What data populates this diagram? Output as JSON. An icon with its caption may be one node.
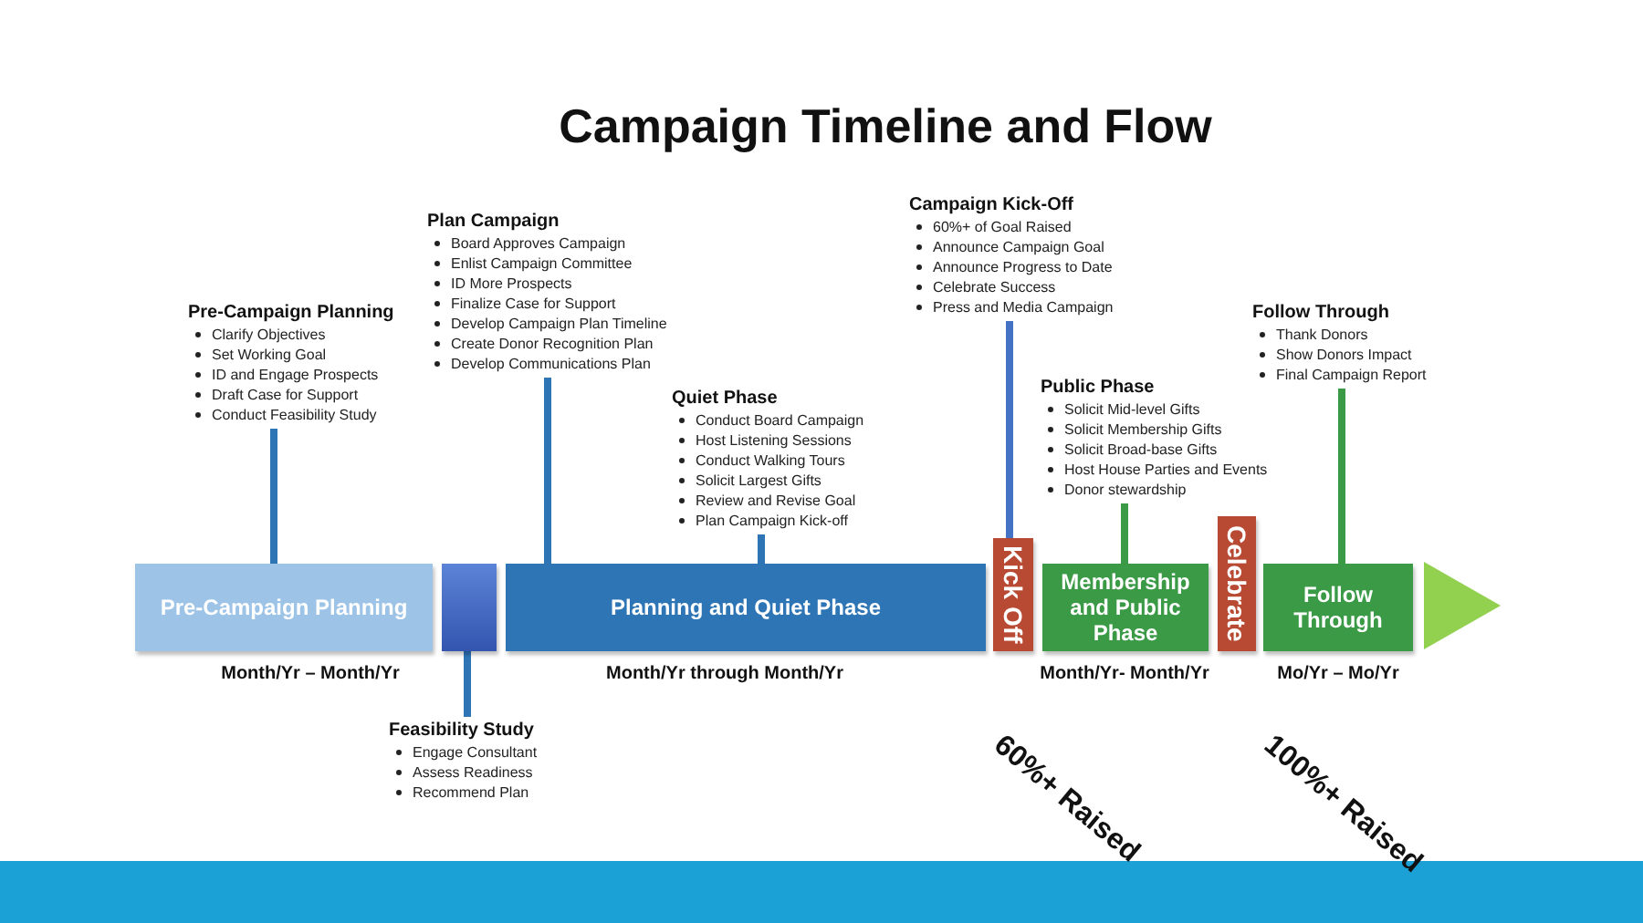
{
  "diagram": {
    "title": "Campaign Timeline and Flow",
    "nodes": [
      {
        "text": [
          "Pre-Campaign Planning"
        ],
        "beside": [
          "Month/Yr – Month/Yr"
        ]
      },
      {
        "text": [],
        "shape": "box"
      },
      {
        "text": [
          "Planning and Quiet Phase"
        ],
        "beside": [
          "Month/Yr through Month/Yr"
        ]
      },
      {
        "text": [
          "Kick Off"
        ]
      },
      {
        "text": [
          "Membership and Public Phase"
        ],
        "beside": [
          "Month/Yr- Month/Yr"
        ]
      },
      {
        "text": [
          "Celebrate"
        ]
      },
      {
        "text": [
          "Follow Through"
        ],
        "beside": [
          "Mo/Yr – Mo/Yr"
        ]
      },
      {
        "text": [
          "Pre-Campaign Planning",
          "Clarify Objectives",
          "Set Working Goal",
          "ID and Engage Prospects",
          "Draft Case for Support",
          "Conduct Feasibility Study"
        ]
      },
      {
        "text": [
          "Plan Campaign",
          "Board Approves Campaign",
          "Enlist Campaign Committee",
          "ID More Prospects",
          "Finalize Case for Support",
          "Develop Campaign Plan Timeline",
          "Create Donor Recognition Plan",
          "Develop Communications Plan"
        ]
      },
      {
        "text": [
          "Quiet Phase",
          "Conduct Board Campaign",
          "Host Listening Sessions",
          "Conduct Walking Tours",
          "Solicit Largest Gifts",
          "Review and Revise Goal",
          "Plan Campaign Kick-off"
        ]
      },
      {
        "text": [
          "Campaign Kick-Off",
          "60%+ of Goal Raised",
          "Announce Campaign Goal",
          "Announce Progress to Date",
          "Celebrate Success",
          "Press and Media Campaign"
        ]
      },
      {
        "text": [
          "Public Phase",
          "Solicit Mid-level Gifts",
          "Solicit Membership Gifts",
          "Solicit Broad-base Gifts",
          "Host House Parties and Events",
          "Donor stewardship"
        ]
      },
      {
        "text": [
          "Follow Through",
          "Thank Donors",
          "Show Donors Impact",
          "Final Campaign Report"
        ]
      },
      {
        "text": [
          "Feasibility Study",
          "Engage Consultant",
          "Assess Readiness",
          "Recommend Plan"
        ]
      }
    ],
    "edges": [
      {
        "from": 7,
        "to": 0,
        "arrow": "none"
      },
      {
        "from": 8,
        "to": 2,
        "arrow": "none"
      },
      {
        "from": 9,
        "to": 2,
        "arrow": "none"
      },
      {
        "from": 10,
        "to": 3,
        "arrow": "none",
        "color": "#4472c4"
      },
      {
        "from": 11,
        "to": 4,
        "arrow": "none",
        "color": "#3a9a46"
      },
      {
        "from": 12,
        "to": 6,
        "arrow": "none",
        "color": "#3a9a46"
      },
      {
        "from": 13,
        "to": 1,
        "arrow": "none"
      }
    ],
    "labels": [
      "60%+ Raised",
      "100%+ Raised"
    ]
  }
}
